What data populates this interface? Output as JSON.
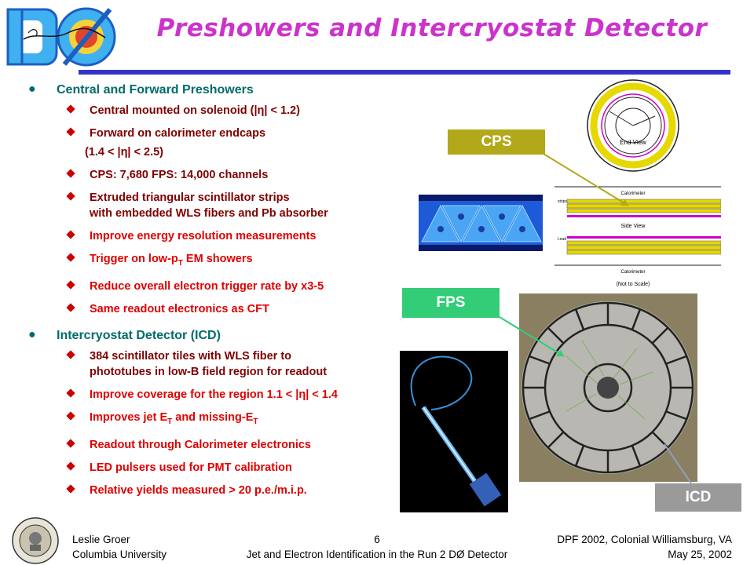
{
  "header": {
    "logo_text": "DØ",
    "title": "Preshowers and Intercryostat Detector"
  },
  "content": {
    "section1": {
      "heading": "Central and Forward Preshowers",
      "items": [
        "Central mounted on solenoid (|η| < 1.2)",
        "Forward on calorimeter endcaps",
        "(1.4 < |η| < 2.5)",
        "CPS: 7,680  FPS: 14,000 channels",
        "Extruded triangular scintillator strips",
        "with embedded WLS fibers and Pb absorber",
        "Improve energy resolution measurements",
        "Trigger on low-p",
        "T",
        " EM showers",
        "Reduce overall electron trigger rate by x3-5",
        "Same readout electronics as CFT"
      ]
    },
    "section2": {
      "heading": "Intercryostat Detector (ICD)",
      "items": [
        "384 scintillator tiles with WLS fiber to",
        "phototubes in low-B field region for readout",
        "Improve coverage for the region 1.1 < |η| < 1.4",
        "Improves jet E",
        "T",
        " and missing-E",
        "T",
        "Readout through Calorimeter electronics",
        "LED pulsers used for PMT calibration",
        "Relative yields measured > 20 p.e./m.i.p."
      ]
    }
  },
  "diagram": {
    "end_view": "End View",
    "side_view": "Side View",
    "calorimeter_top": "Calorimeter",
    "calorimeter_bottom": "Calorimeter",
    "not_to_scale": "(Not to Scale)",
    "strips_label": "strips",
    "lead_label": "Lead"
  },
  "tags": {
    "cps": "CPS",
    "fps": "FPS",
    "icd": "ICD"
  },
  "footer": {
    "author": "Leslie Groer",
    "institution": "Columbia University",
    "page_number": "6",
    "talk_title": "Jet and Electron Identification in the Run 2 DØ Detector",
    "conference": "DPF 2002, Colonial Williamsburg, VA",
    "date": "May 25, 2002"
  },
  "colors": {
    "title": "#cc33cc",
    "rule": "#3333cc",
    "heading": "#006b6b",
    "bullet_dark": "#800000",
    "bullet_red": "#e00000",
    "cps_tag": "#b3a819",
    "fps_tag": "#33cc77",
    "icd_tag": "#9a9a9a"
  }
}
